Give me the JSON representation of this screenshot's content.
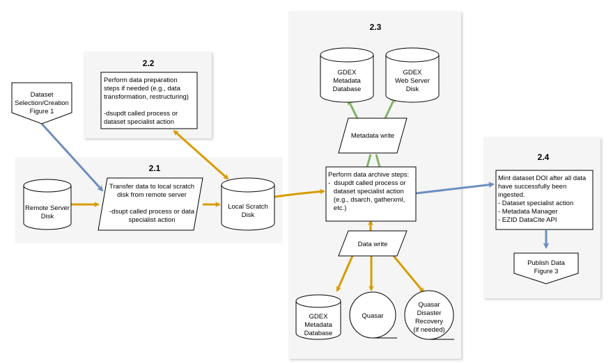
{
  "sections": {
    "s21": "2.1",
    "s22": "2.2",
    "s23": "2.3",
    "s24": "2.4"
  },
  "nodes": {
    "dataset_selection": [
      "Dataset",
      "Selection/Creation",
      "Figure 1"
    ],
    "remote_server_disk": [
      "Remote Server",
      "Disk"
    ],
    "transfer": [
      "Transfer data to local scratch",
      "disk from remote server",
      "",
      "-dsupt called process or data",
      "specialist action"
    ],
    "local_scratch": [
      "Local Scratch",
      "Disk"
    ],
    "data_prep": [
      "Perform data preparation",
      "steps if needed (e.g., data",
      "transformation, restructuring)",
      "",
      "-dsupdt called process or",
      "dataset specialist action"
    ],
    "gdex_meta_top": [
      "GDEX",
      "Metadata",
      "Database"
    ],
    "gdex_web": [
      "GDEX",
      "Web Server",
      "Disk"
    ],
    "metadata_write": [
      "Metadata write"
    ],
    "archive_steps": [
      "Perform data archive steps:",
      "-  dsupdt called process or",
      "   dataset specialist action",
      "   (e.g., dsarch, gatherxml,",
      "   etc.)"
    ],
    "data_write": [
      "Data write"
    ],
    "gdex_meta_bottom": [
      "GDEX",
      "Metadata",
      "Database"
    ],
    "quasar": [
      "Quasar"
    ],
    "quasar_dr": [
      "Quasar",
      "Disaster",
      "Recovery",
      "(if needed)"
    ],
    "mint_doi": [
      "Mint dataset DOI after all data",
      "have successfully been",
      "ingested.",
      "- Dataset specialist action",
      "- Metadata Manager",
      "- EZID DataCite API"
    ],
    "publish": [
      "Publish Data",
      "Figure 3"
    ]
  },
  "colors": {
    "orange": "#d79b00",
    "blue": "#6c8ebf",
    "green": "#82b366",
    "panel": "#f5f5f5"
  }
}
